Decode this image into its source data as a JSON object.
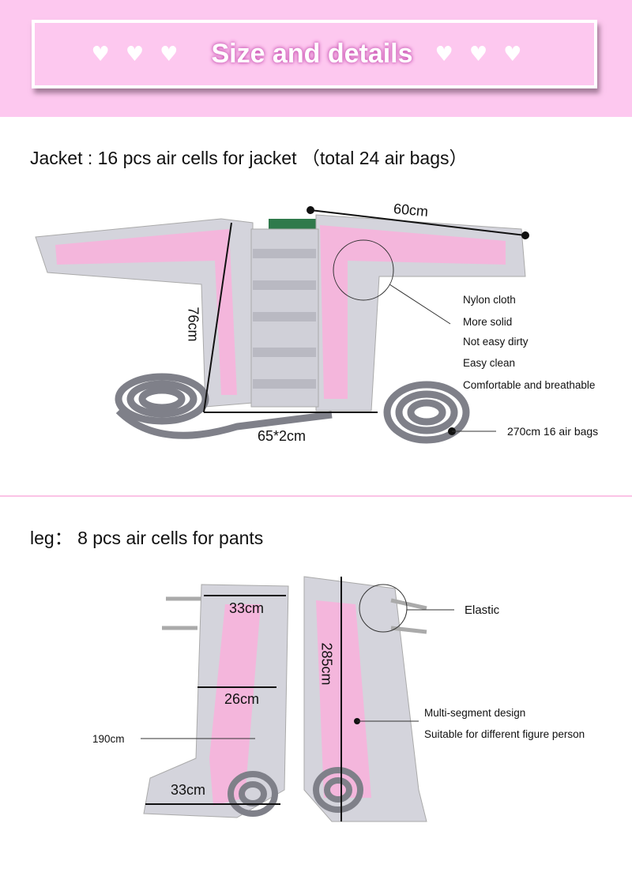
{
  "banner": {
    "title": "Size and details",
    "hearts_left": "♥♥♥",
    "hearts_right": "♥♥♥"
  },
  "jacket": {
    "heading": "Jacket : 16 pcs air cells for jacket （total 24 air bags）",
    "sleeve_length": "60cm",
    "height": "76cm",
    "width": "65*2cm",
    "features": [
      "Nylon cloth",
      "More solid",
      "Not easy dirty",
      "Easy clean",
      "Comfortable and breathable"
    ],
    "hose": "270cm  16 air bags"
  },
  "leg": {
    "heading": "leg： 8 pcs air cells for pants",
    "top_width": "33cm",
    "mid_width": "26cm",
    "bottom_width": "33cm",
    "length": "285cm",
    "hose": "190cm",
    "elastic": "Elastic",
    "features": [
      "Multi-segment design",
      "Suitable for different figure person"
    ]
  },
  "colors": {
    "pink": "#fdc8ef",
    "accent_pink": "#f4b6dc",
    "silver": "#d4d4dc",
    "hose": "#7f8089"
  }
}
